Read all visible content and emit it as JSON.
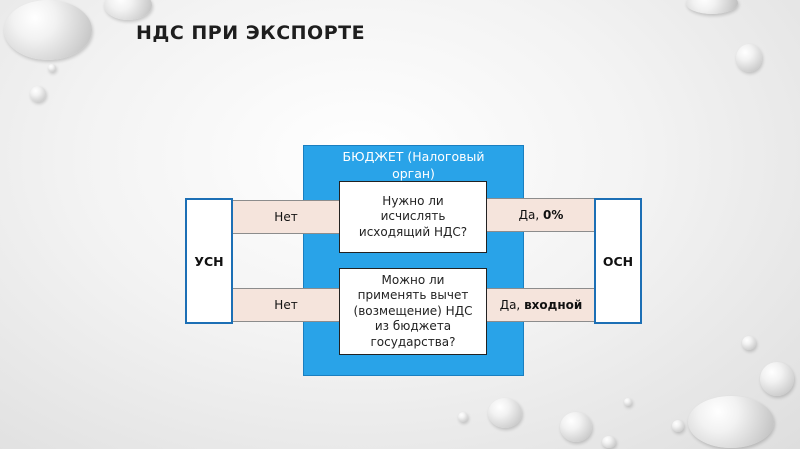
{
  "title": "НДС ПРИ ЭКСПОРТЕ",
  "budget": {
    "line1": "БЮДЖЕТ (Налоговый",
    "line2": "орган)"
  },
  "left_entity": "УСН",
  "right_entity": "ОСН",
  "question1": {
    "line1": "Нужно ли",
    "line2": "исчислять",
    "line3": "исходящий НДС?"
  },
  "question2": {
    "line1": "Можно ли",
    "line2": "применять вычет",
    "line3": "(возмещение) НДС",
    "line4": "из бюджета",
    "line5": "государства?"
  },
  "usn_answers": {
    "row1": "Нет",
    "row2": "Нет"
  },
  "osn_answers": {
    "row1_prefix": "Да, ",
    "row1_bold": "0%",
    "row2_prefix": "Да, ",
    "row2_bold": "входной"
  },
  "colors": {
    "budget_fill": "#29a3e8",
    "band_fill": "#f5e4dc",
    "side_border": "#1c6fb5"
  }
}
